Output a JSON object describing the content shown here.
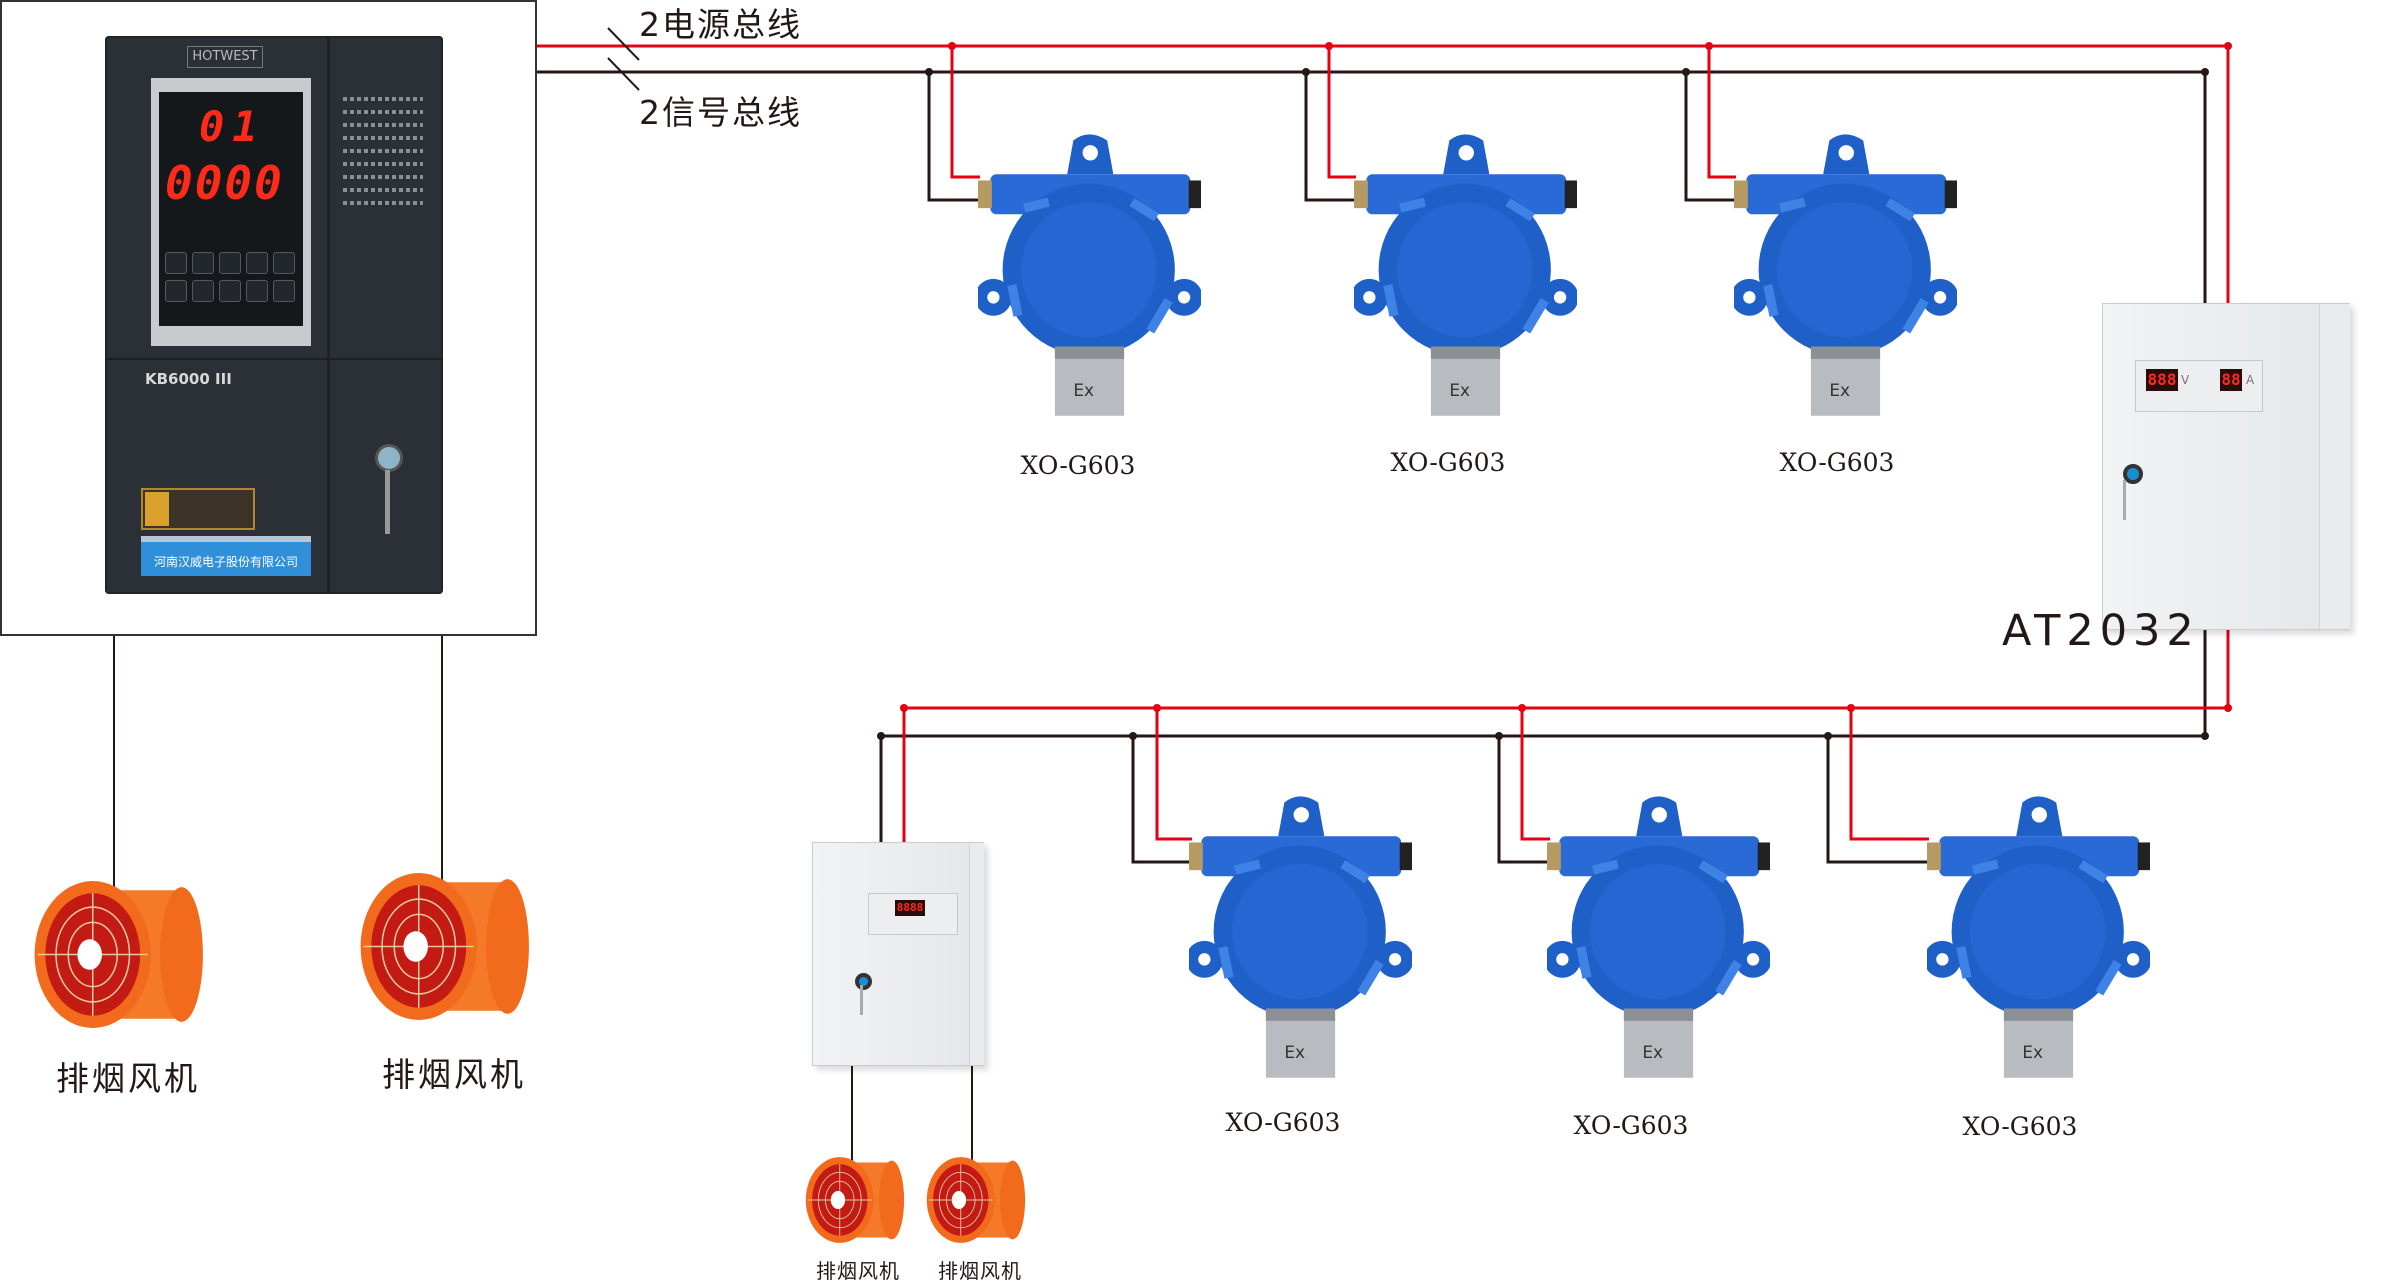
{
  "bus": {
    "power_label": "2电源总线",
    "signal_label": "2信号总线",
    "power_color": "#e50012",
    "signal_color": "#231815"
  },
  "controller": {
    "brand": "HOTWEST",
    "display_top": "01",
    "display_bottom": "0000",
    "model": "KB6000 III",
    "company": "河南汉威电子股份有限公司"
  },
  "power_supply": {
    "label": "AT2032",
    "voltage_display": "888",
    "voltage_unit": "V",
    "current_display": "88",
    "current_unit": "A"
  },
  "relay_box": {
    "display": "8888"
  },
  "detectors_top": [
    {
      "model": "XO-G603"
    },
    {
      "model": "XO-G603"
    },
    {
      "model": "XO-G603"
    }
  ],
  "detectors_bottom": [
    {
      "model": "XO-G603"
    },
    {
      "model": "XO-G603"
    },
    {
      "model": "XO-G603"
    }
  ],
  "fans_main": [
    {
      "label": "排烟风机"
    },
    {
      "label": "排烟风机"
    }
  ],
  "fans_relay": [
    {
      "label": "排烟风机"
    },
    {
      "label": "排烟风机"
    }
  ],
  "colors": {
    "detector_blue": "#1f5fc8",
    "fan_orange": "#f26a1b"
  }
}
